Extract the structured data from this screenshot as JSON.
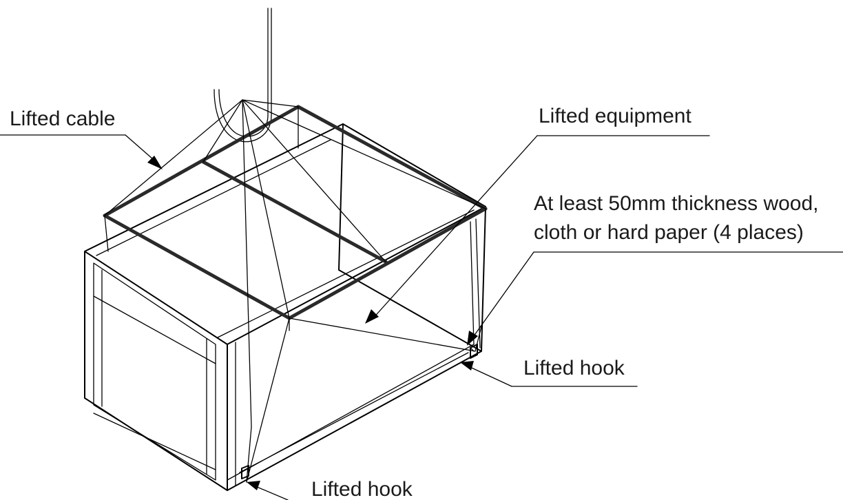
{
  "labels": {
    "lifted_cable": "Lifted cable",
    "lifted_equipment": "Lifted equipment",
    "wood_line1": "At least 50mm thickness wood,",
    "wood_line2": "cloth or hard paper (4 places)",
    "lifted_hook_right": "Lifted hook",
    "lifted_hook_bottom": "Lifted hook"
  },
  "colors": {
    "line": "#000000",
    "text": "#1a1a1a",
    "background": "#ffffff"
  }
}
